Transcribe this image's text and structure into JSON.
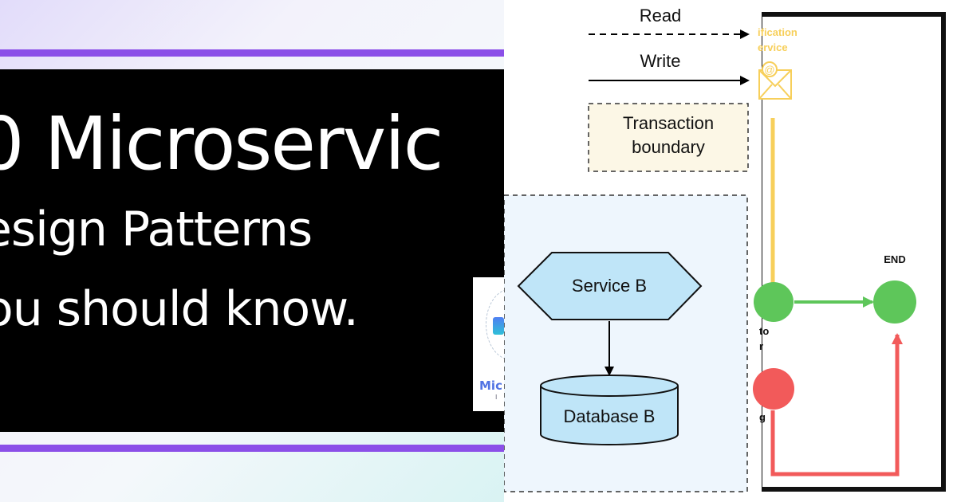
{
  "banner": {
    "title_line1": "0 Microservic",
    "title_line2": "esign Patterns",
    "title_line3": "ou should know.",
    "logo_text": "Mic",
    "logo_sub": "I"
  },
  "legend": {
    "read_label": "Read",
    "write_label": "Write",
    "transaction_line1": "Transaction",
    "transaction_line2": "boundary"
  },
  "diagram": {
    "service_label": "Service B",
    "database_label": "Database B",
    "notification_line1": "ification",
    "notification_line2": "ervice",
    "end_label": "END",
    "green_node_fragment1": "to",
    "green_node_fragment2": "r",
    "red_node_fragment": "g"
  },
  "colors": {
    "purple_accent": "#8b4fe8",
    "service_fill": "#bfe5f8",
    "transaction_fill": "#fcf7e6",
    "zone_fill": "#eef6fd",
    "notification_yellow": "#f7cf5a",
    "success_green": "#5ec65a",
    "failure_red": "#f25a5a"
  }
}
